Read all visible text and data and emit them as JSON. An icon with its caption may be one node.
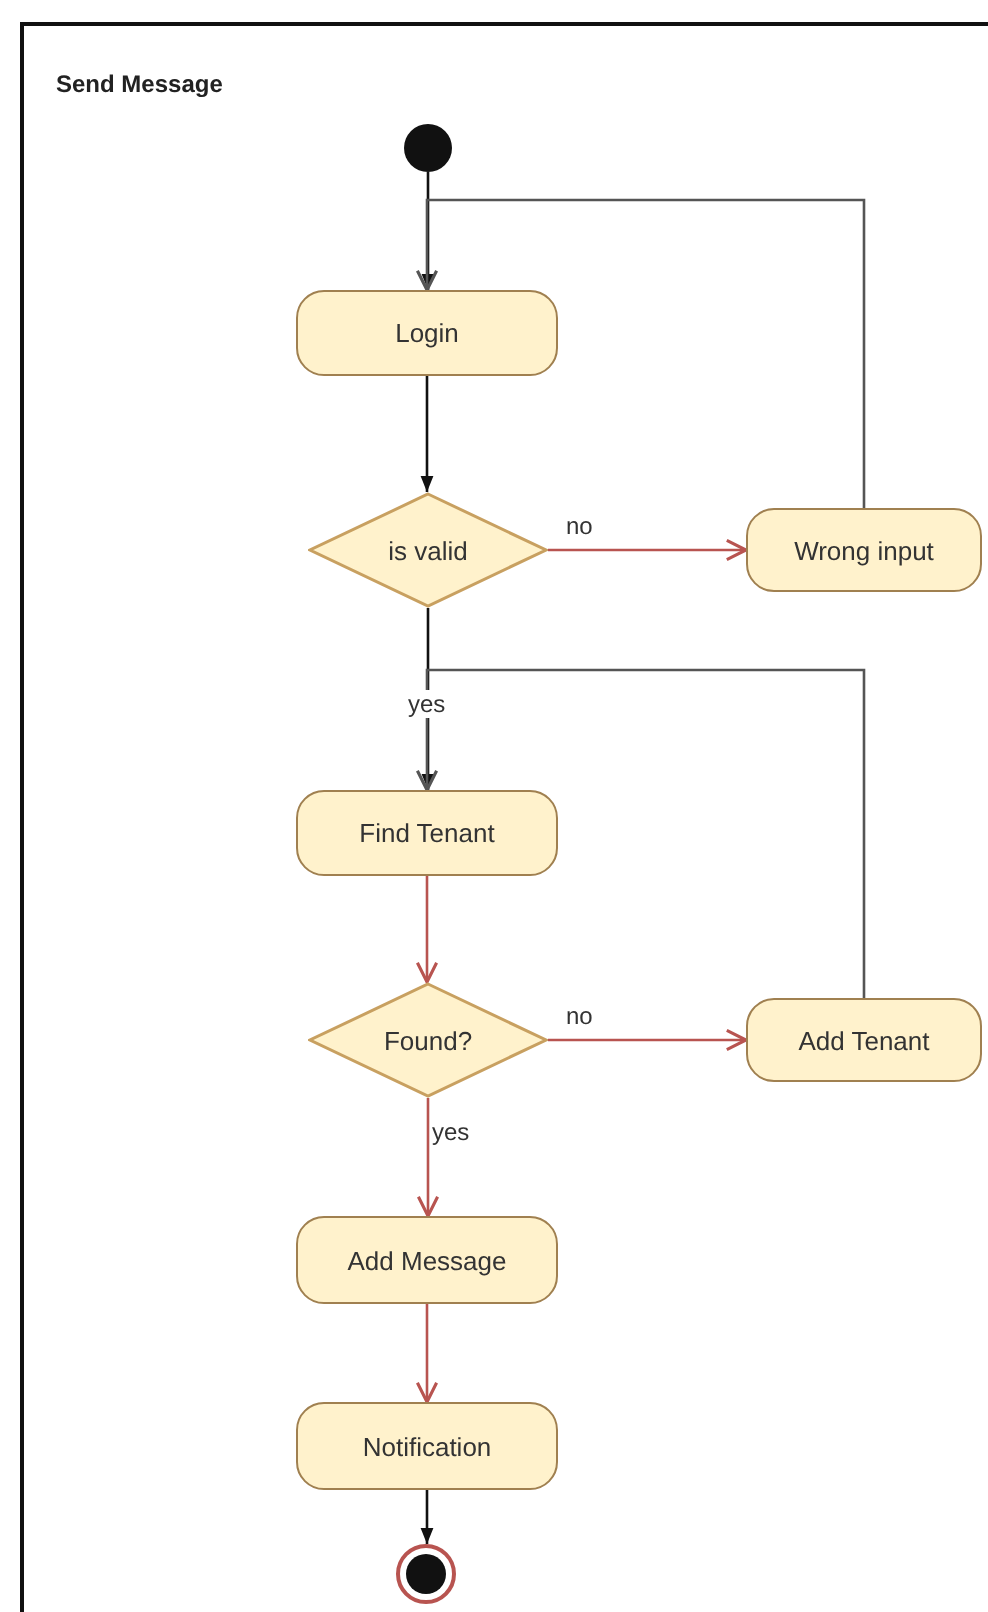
{
  "diagram": {
    "title": "Send Message",
    "nodes": [
      {
        "text": [],
        "shape": "circle"
      },
      {
        "text": [
          "Login"
        ]
      },
      {
        "text": [
          "is valid"
        ]
      },
      {
        "text": [
          "Wrong input"
        ]
      },
      {
        "text": [
          "Find Tenant"
        ]
      },
      {
        "text": [
          "Found?"
        ]
      },
      {
        "text": [
          "Add Tenant"
        ]
      },
      {
        "text": [
          "Add Message"
        ]
      },
      {
        "text": [
          "Notification"
        ]
      },
      {
        "text": [],
        "shape": "circle"
      }
    ],
    "edges": [
      {
        "from": 0,
        "to": 1,
        "arrow": "to",
        "color": "#111111"
      },
      {
        "from": 1,
        "to": 2,
        "arrow": "to",
        "color": "#111111"
      },
      {
        "from": 2,
        "to": 3,
        "arrow": "to",
        "label": "no"
      },
      {
        "from": 3,
        "to": 1,
        "arrow": "to",
        "color": "#555555"
      },
      {
        "from": 2,
        "to": 4,
        "arrow": "to",
        "label": "yes",
        "color": "#111111"
      },
      {
        "from": 6,
        "to": 4,
        "arrow": "to",
        "color": "#555555"
      },
      {
        "from": 4,
        "to": 5,
        "arrow": "to"
      },
      {
        "from": 5,
        "to": 6,
        "arrow": "to",
        "label": "no"
      },
      {
        "from": 5,
        "to": 7,
        "arrow": "to",
        "label": "yes"
      },
      {
        "from": 7,
        "to": 8,
        "arrow": "to"
      },
      {
        "from": 8,
        "to": 9,
        "arrow": "to",
        "color": "#111111"
      }
    ]
  }
}
